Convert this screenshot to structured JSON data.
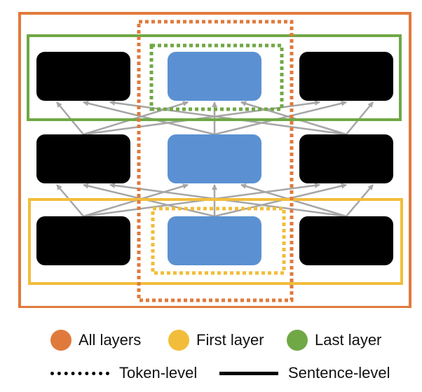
{
  "colors": {
    "all_layers": "#e07a3c",
    "first_layer": "#f2bd3a",
    "last_layer": "#70a845",
    "node_dark": "#000000",
    "node_highlight": "#5b91d2",
    "arrow": "#a6a6a6"
  },
  "legend": {
    "all_layers": "All layers",
    "first_layer": "First layer",
    "last_layer": "Last layer",
    "token_level": "Token-level",
    "sentence_level": "Sentence-level"
  },
  "diagram": {
    "layers": 3,
    "nodes_per_layer": 3,
    "highlighted_column": 1
  }
}
